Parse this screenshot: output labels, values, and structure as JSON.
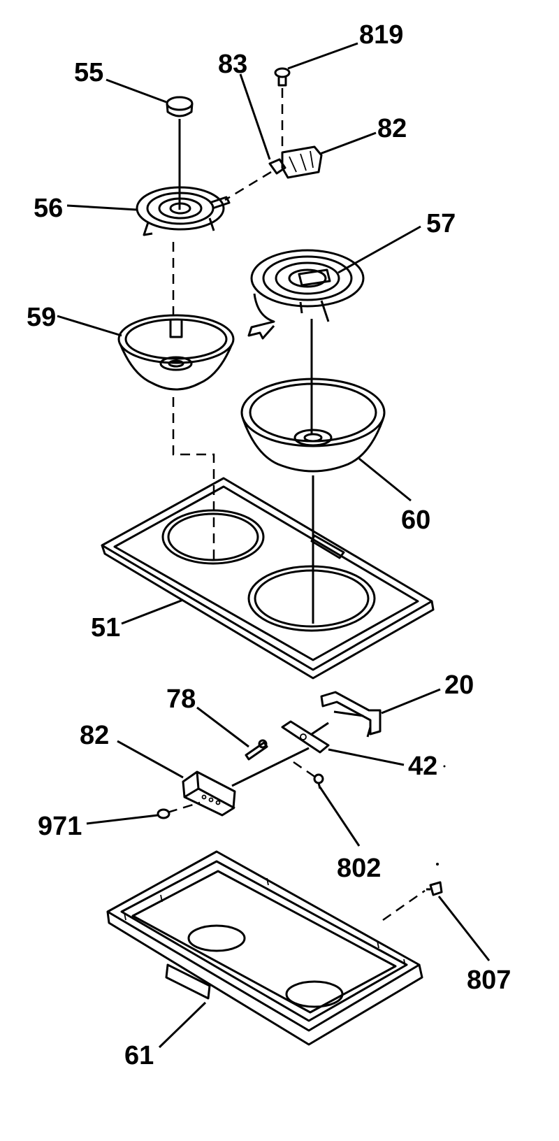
{
  "callouts": {
    "c819": "819",
    "c55": "55",
    "c83": "83",
    "c82_top": "82",
    "c56": "56",
    "c57": "57",
    "c59": "59",
    "c60": "60",
    "c51": "51",
    "c20": "20",
    "c78": "78",
    "c82_bottom": "82",
    "c42": "42",
    "c971": "971",
    "c802": "802",
    "c807": "807",
    "c61": "61"
  }
}
